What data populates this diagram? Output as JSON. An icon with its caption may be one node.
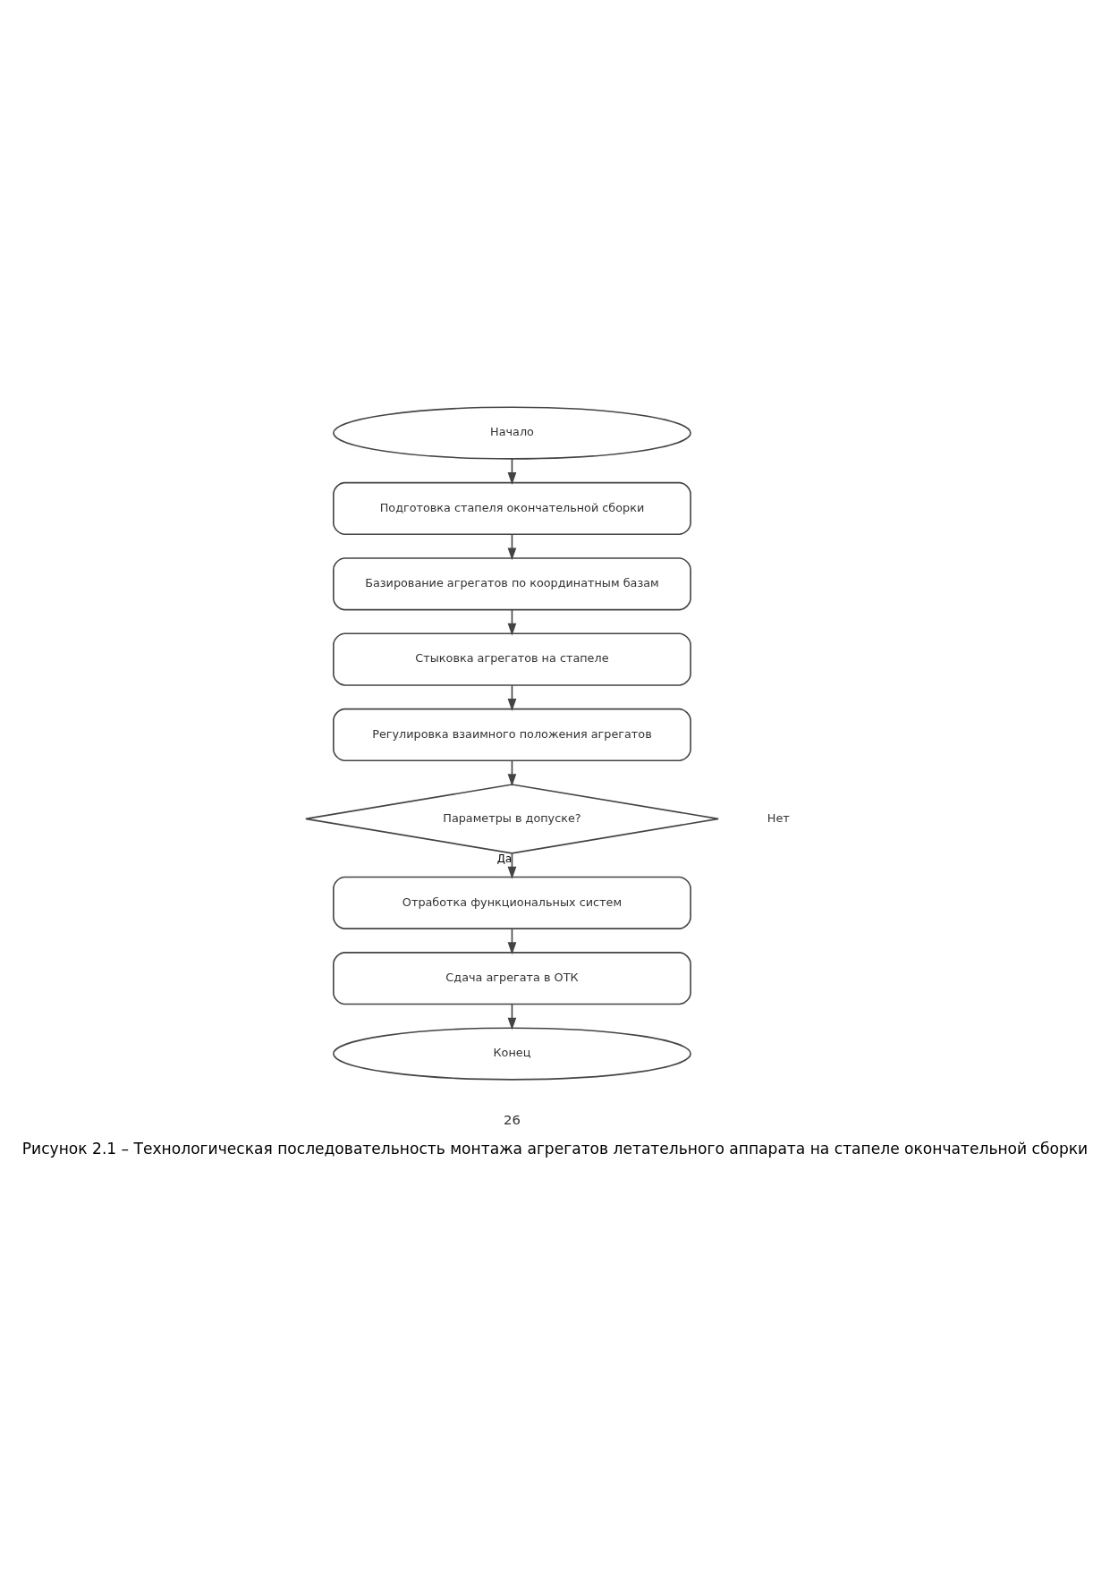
{
  "diagram": {
    "caption": "Рисунок 2.1 – Технологическая последовательность монтажа агрегатов летательного аппарата на стапеле окончательной сборки",
    "nodes": [
      {
        "text": [
          "Начало"
        ]
      },
      {
        "text": [
          "Подготовка стапеля окончательной сборки"
        ]
      },
      {
        "text": [
          "Базирование агрегатов по координатным базам"
        ]
      },
      {
        "text": [
          "Стыковка агрегатов на стапеле"
        ]
      },
      {
        "text": [
          "Регулировка взаимного положения агрегатов"
        ]
      },
      {
        "text": [
          "Параметры в допуске?"
        ]
      },
      {
        "text": [
          "Отработка функциональных систем"
        ]
      },
      {
        "text": [
          "Сдача агрегата в ОТК"
        ]
      },
      {
        "text": [
          "Конец"
        ]
      }
    ],
    "edges": [
      {
        "from": 0,
        "to": 1,
        "arrow": "to"
      },
      {
        "from": 1,
        "to": 2,
        "arrow": "to"
      },
      {
        "from": 2,
        "to": 3,
        "arrow": "to"
      },
      {
        "from": 3,
        "to": 4,
        "arrow": "to"
      },
      {
        "from": 4,
        "to": 5,
        "arrow": "to"
      },
      {
        "from": 5,
        "to": 6,
        "arrow": "to",
        "label": "Да"
      },
      {
        "from": 6,
        "to": 7,
        "arrow": "to"
      },
      {
        "from": 7,
        "to": 8,
        "arrow": "to"
      }
    ],
    "labels": [
      "Нет",
      "26"
    ]
  }
}
